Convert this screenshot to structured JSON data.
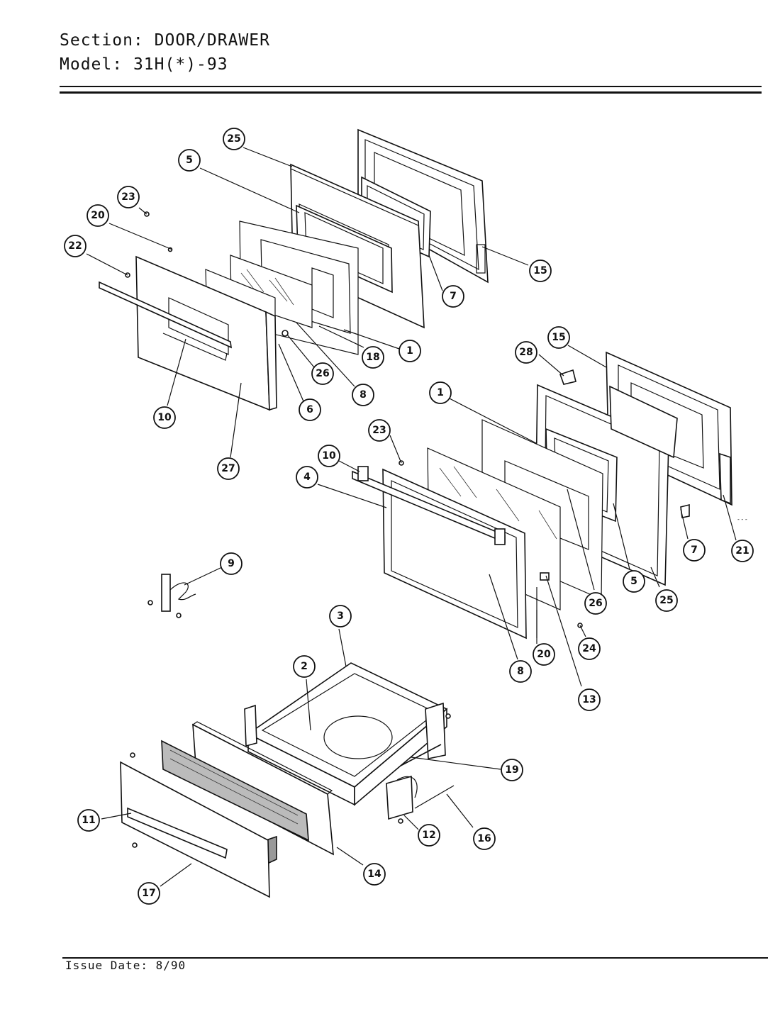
{
  "header": {
    "section_label": "Section:",
    "section_value": "DOOR/DRAWER",
    "model_label": "Model:",
    "model_value": "31H(*)-93"
  },
  "footer": {
    "issue_date": "Issue Date: 8/90"
  },
  "callouts": [
    {
      "id": "c1",
      "label": "25"
    },
    {
      "id": "c2",
      "label": "5"
    },
    {
      "id": "c3",
      "label": "23"
    },
    {
      "id": "c4",
      "label": "20"
    },
    {
      "id": "c5",
      "label": "22"
    },
    {
      "id": "c6",
      "label": "15"
    },
    {
      "id": "c7",
      "label": "7"
    },
    {
      "id": "c8",
      "label": "1"
    },
    {
      "id": "c9",
      "label": "18"
    },
    {
      "id": "c10",
      "label": "26"
    },
    {
      "id": "c11",
      "label": "8"
    },
    {
      "id": "c12",
      "label": "6"
    },
    {
      "id": "c13",
      "label": "10"
    },
    {
      "id": "c14",
      "label": "27"
    },
    {
      "id": "c15",
      "label": "28"
    },
    {
      "id": "c16",
      "label": "15"
    },
    {
      "id": "c17",
      "label": "1"
    },
    {
      "id": "c18",
      "label": "23"
    },
    {
      "id": "c19",
      "label": "10"
    },
    {
      "id": "c20",
      "label": "4"
    },
    {
      "id": "c21",
      "label": "7"
    },
    {
      "id": "c22",
      "label": "21"
    },
    {
      "id": "c23",
      "label": "5"
    },
    {
      "id": "c24",
      "label": "25"
    },
    {
      "id": "c25",
      "label": "26"
    },
    {
      "id": "c26",
      "label": "9"
    },
    {
      "id": "c27",
      "label": "24"
    },
    {
      "id": "c28",
      "label": "20"
    },
    {
      "id": "c29",
      "label": "8"
    },
    {
      "id": "c30",
      "label": "13"
    },
    {
      "id": "c31",
      "label": "3"
    },
    {
      "id": "c32",
      "label": "2"
    },
    {
      "id": "c33",
      "label": "19"
    },
    {
      "id": "c34",
      "label": "11"
    },
    {
      "id": "c35",
      "label": "12"
    },
    {
      "id": "c36",
      "label": "16"
    },
    {
      "id": "c37",
      "label": "14"
    },
    {
      "id": "c38",
      "label": "17"
    }
  ]
}
